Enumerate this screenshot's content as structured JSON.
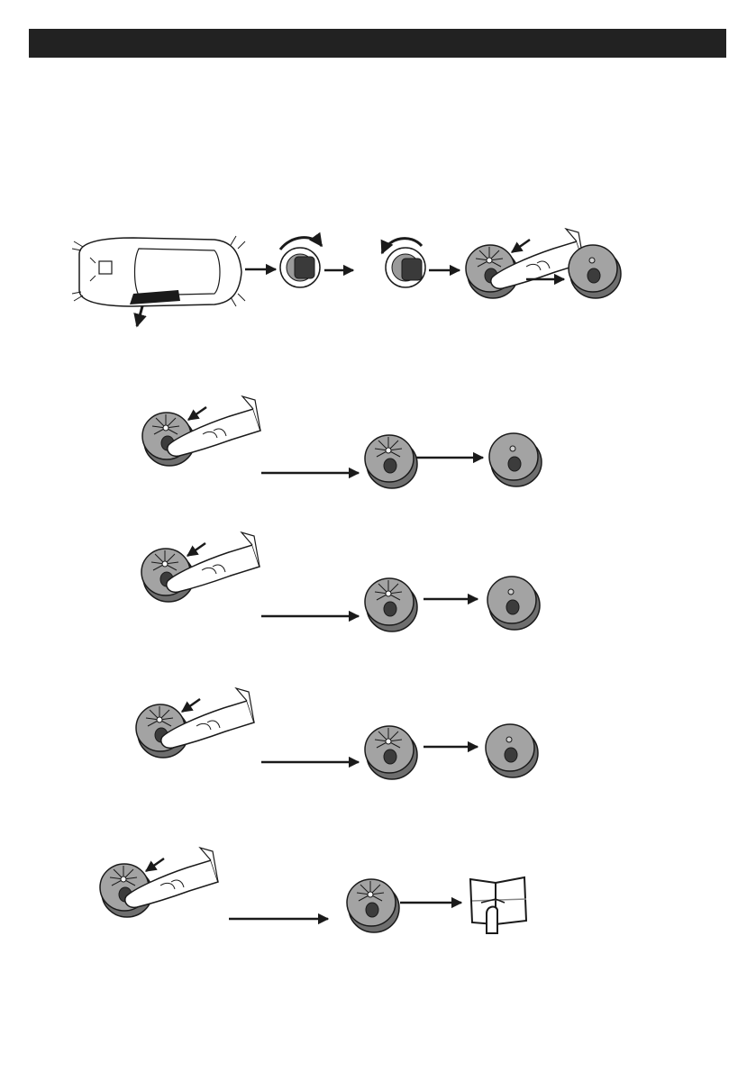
{
  "header": {
    "title": ""
  },
  "colors": {
    "bar": "#222222",
    "ink": "#1a1a1a",
    "button_fill": "#9a9a9a",
    "button_dark": "#555555",
    "light": "#ffffff"
  },
  "icons": [
    "car-icon",
    "ignition-key-on-icon",
    "ignition-key-off-icon",
    "button-press-icon",
    "button-led-icon",
    "button-off-icon",
    "manual-book-icon",
    "arrow-icon"
  ],
  "rows": [
    {
      "name": "row-1",
      "steps": [
        "car",
        "key-on",
        "key-off",
        "press",
        "off"
      ]
    },
    {
      "name": "row-2",
      "steps": [
        "press",
        "led",
        "off"
      ]
    },
    {
      "name": "row-3",
      "steps": [
        "press",
        "led",
        "off"
      ]
    },
    {
      "name": "row-4",
      "steps": [
        "press",
        "led",
        "off"
      ]
    },
    {
      "name": "row-5",
      "steps": [
        "press",
        "led",
        "manual"
      ]
    }
  ]
}
